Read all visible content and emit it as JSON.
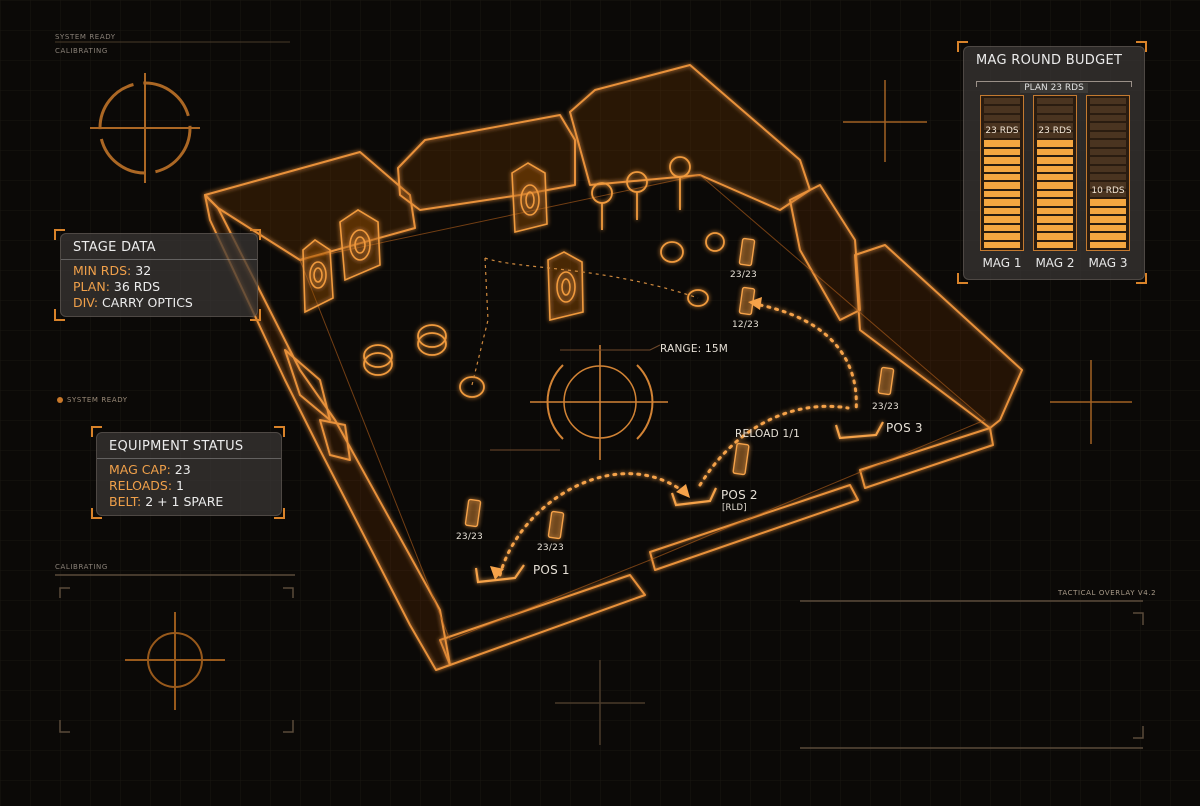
{
  "header": {
    "status_top": "SYSTEM READY",
    "status_sub": "CALIBRATING"
  },
  "stage_panel": {
    "title": "STAGE DATA",
    "rows": [
      {
        "key": "MIN RDS:",
        "value": "32"
      },
      {
        "key": "PLAN:",
        "value": "36 RDS"
      },
      {
        "key": "DIV:",
        "value": "CARRY OPTICS"
      }
    ]
  },
  "left_status": {
    "label": "SYSTEM READY"
  },
  "equipment_panel": {
    "title": "EQUIPMENT STATUS",
    "rows": [
      {
        "key": "MAG CAP:",
        "value": "23"
      },
      {
        "key": "RELOADS:",
        "value": "1"
      },
      {
        "key": "BELT:",
        "value": "2 + 1 SPARE"
      }
    ]
  },
  "calibrating_label": "CALIBRATING",
  "footer_label": "TACTICAL OVERLAY V4.2",
  "budget_panel": {
    "title": "MAG ROUND BUDGET",
    "plan_label": "PLAN 23 RDS",
    "mags": [
      {
        "name": "MAG 1",
        "label": "23 RDS",
        "fill_fraction": 1.0
      },
      {
        "name": "MAG 2",
        "label": "23 RDS",
        "fill_fraction": 1.0
      },
      {
        "name": "MAG 3",
        "label": "10 RDS",
        "fill_fraction": 0.45
      }
    ]
  },
  "map": {
    "range_label": "RANGE: 15M",
    "reload_label": "RELOAD 1/1",
    "positions": [
      {
        "name": "POS 1",
        "sub": ""
      },
      {
        "name": "POS 2",
        "sub": "[RLD]"
      },
      {
        "name": "POS 3",
        "sub": ""
      }
    ],
    "mag_counts": [
      "23/23",
      "12/23",
      "23/23",
      "23/23",
      "23/23"
    ]
  },
  "colors": {
    "accent": "#f09a3e",
    "accent_dark": "#b8621c",
    "panel_bg": "#3a3836",
    "background": "#0b0907"
  }
}
